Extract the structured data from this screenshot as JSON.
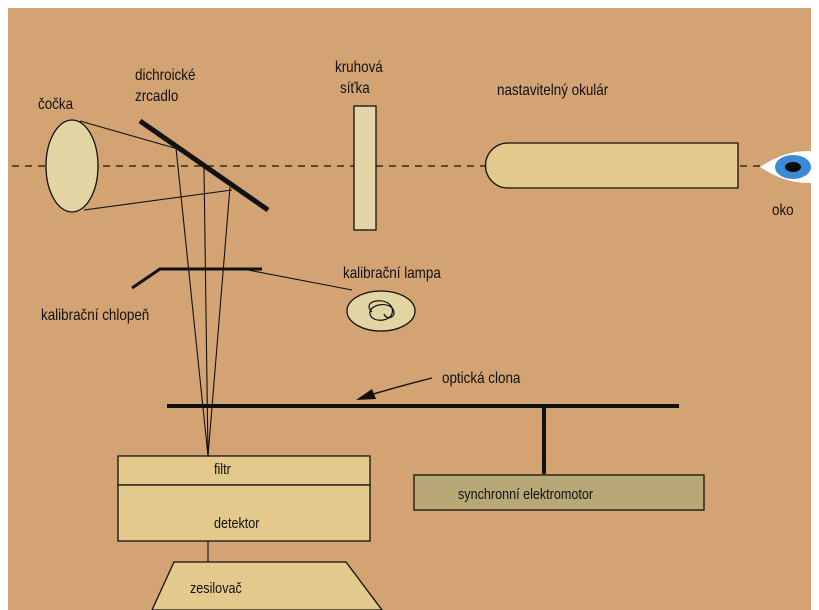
{
  "background_color": "#d4a373",
  "box_fill_color": "#e3c98c",
  "motor_fill_color": "#b9a877",
  "lens_fill_color": "#e2d5a3",
  "eye_iris_color": "#3a8ad4",
  "labels": {
    "lens": "čočka",
    "mirror_line1": "dichroické",
    "mirror_line2": "zrcadlo",
    "reticle_line1": "kruhová",
    "reticle_line2": "síťka",
    "eyepiece": "nastavitelný okulár",
    "eye": "oko",
    "lamp": "kalibrační lampa",
    "flap": "kalibrační chlopeň",
    "shutter": "optická clona",
    "motor": "synchronní elektromotor",
    "filter": "filtr",
    "detector": "detektor",
    "amplifier": "zesilovač"
  },
  "icons": [
    "eye-icon",
    "lamp-coil-icon",
    "arrow-icon"
  ]
}
